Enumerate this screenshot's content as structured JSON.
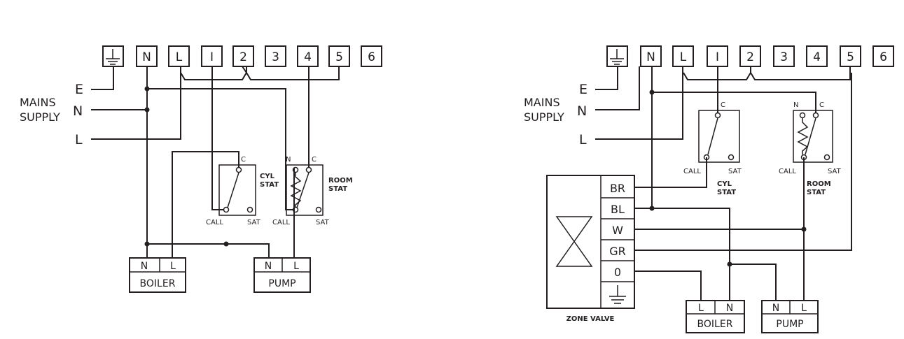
{
  "left": {
    "terminals": [
      "N",
      "L",
      "I",
      "2",
      "3",
      "4",
      "5",
      "6"
    ],
    "mains_label_line1": "MAINS",
    "mains_label_line2": "SUPPLY",
    "mains_e": "E",
    "mains_n": "N",
    "mains_l": "L",
    "cyl_stat": {
      "c": "C",
      "call": "CALL",
      "sat": "SAT",
      "label1": "CYL",
      "label2": "STAT"
    },
    "room_stat": {
      "n": "N",
      "c": "C",
      "call": "CALL",
      "sat": "SAT",
      "label1": "ROOM",
      "label2": "STAT"
    },
    "boiler": {
      "n": "N",
      "l": "L",
      "label": "BOILER"
    },
    "pump": {
      "n": "N",
      "l": "L",
      "label": "PUMP"
    }
  },
  "right": {
    "terminals": [
      "N",
      "L",
      "I",
      "2",
      "3",
      "4",
      "5",
      "6"
    ],
    "mains_label_line1": "MAINS",
    "mains_label_line2": "SUPPLY",
    "mains_e": "E",
    "mains_n": "N",
    "mains_l": "L",
    "cyl_stat": {
      "c": "C",
      "call": "CALL",
      "sat": "SAT",
      "label1": "CYL",
      "label2": "STAT"
    },
    "room_stat": {
      "n": "N",
      "c": "C",
      "call": "CALL",
      "sat": "SAT",
      "label1": "ROOM",
      "label2": "STAT"
    },
    "zone_valve": {
      "wires": [
        "BR",
        "BL",
        "W",
        "GR",
        "0"
      ],
      "label": "ZONE VALVE"
    },
    "boiler": {
      "l": "L",
      "n": "N",
      "label": "BOILER"
    },
    "pump": {
      "n": "N",
      "l": "L",
      "label": "PUMP"
    }
  }
}
